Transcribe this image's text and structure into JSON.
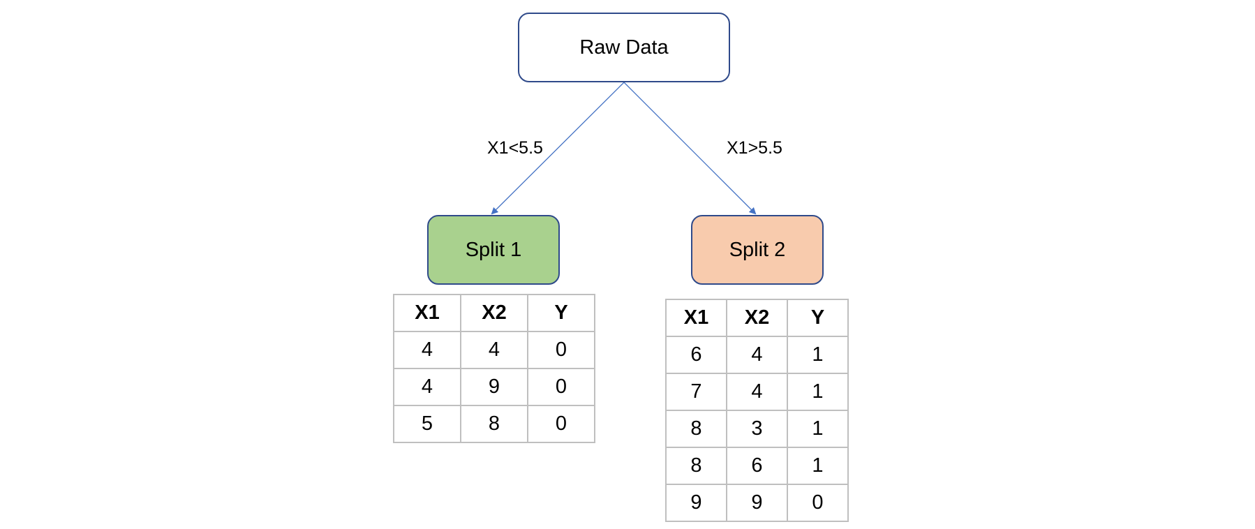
{
  "root": {
    "label": "Raw Data"
  },
  "edges": {
    "left_condition": "X1<5.5",
    "right_condition": "X1>5.5"
  },
  "split1": {
    "label": "Split 1",
    "color": "#a9d18e",
    "table": {
      "headers": [
        "X1",
        "X2",
        "Y"
      ],
      "rows": [
        [
          "4",
          "4",
          "0"
        ],
        [
          "4",
          "9",
          "0"
        ],
        [
          "5",
          "8",
          "0"
        ]
      ]
    }
  },
  "split2": {
    "label": "Split 2",
    "color": "#f8cbad",
    "table": {
      "headers": [
        "X1",
        "X2",
        "Y"
      ],
      "rows": [
        [
          "6",
          "4",
          "1"
        ],
        [
          "7",
          "4",
          "1"
        ],
        [
          "8",
          "3",
          "1"
        ],
        [
          "8",
          "6",
          "1"
        ],
        [
          "9",
          "9",
          "0"
        ]
      ]
    }
  },
  "colors": {
    "node_border": "#2f4a8a",
    "arrow": "#4472c4",
    "table_border": "#bfbfbf"
  }
}
